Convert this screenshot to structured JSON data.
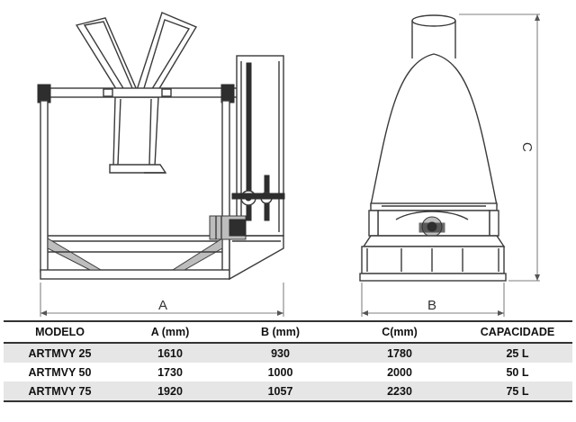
{
  "dimensions": {
    "a": "A",
    "b": "B",
    "c": "C"
  },
  "table": {
    "headers": [
      "MODELO",
      "A (mm)",
      "B (mm)",
      "C(mm)",
      "CAPACIDADE"
    ],
    "rows": [
      [
        "ARTMVY 25",
        "1610",
        "930",
        "1780",
        "25 L"
      ],
      [
        "ARTMVY 50",
        "1730",
        "1000",
        "2000",
        "50 L"
      ],
      [
        "ARTMVY 75",
        "1920",
        "1057",
        "2230",
        "75 L"
      ]
    ]
  }
}
